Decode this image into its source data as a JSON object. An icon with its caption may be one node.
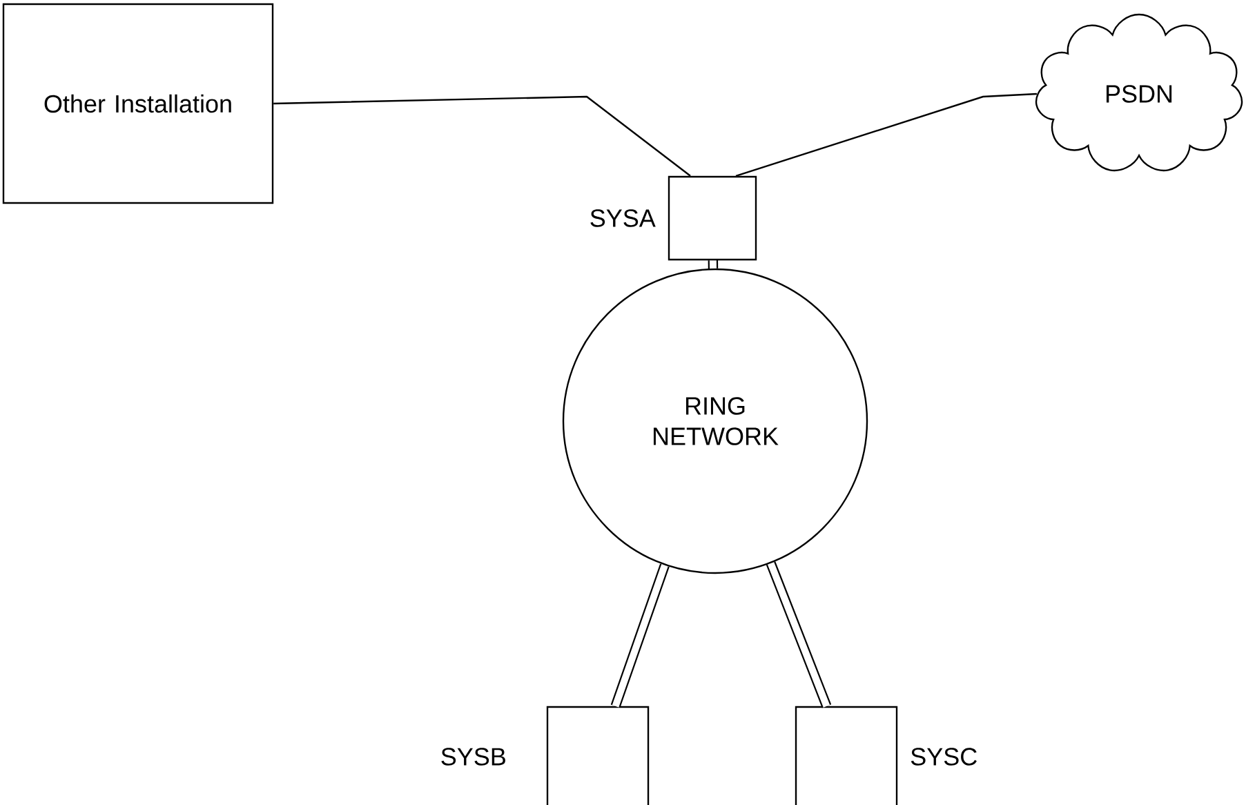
{
  "diagram": {
    "nodes": [
      {
        "text": [
          "Other Installation"
        ]
      },
      {
        "text": [
          "PSDN"
        ]
      },
      {
        "text": [],
        "shape": "box",
        "beside": [
          "SYSA"
        ]
      },
      {
        "text": [
          "RING NETWORK"
        ]
      },
      {
        "text": [],
        "shape": "box",
        "beside": [
          "SYSB"
        ]
      },
      {
        "text": [],
        "shape": "box",
        "beside": [
          "SYSC"
        ]
      }
    ],
    "edges": [
      {
        "from": 0,
        "to": 2,
        "arrow": "none"
      },
      {
        "from": 1,
        "to": 2,
        "arrow": "none"
      },
      {
        "from": 2,
        "to": 3,
        "arrow": "none"
      },
      {
        "from": 3,
        "to": 4,
        "arrow": "none"
      },
      {
        "from": 3,
        "to": 5,
        "arrow": "none"
      }
    ]
  }
}
